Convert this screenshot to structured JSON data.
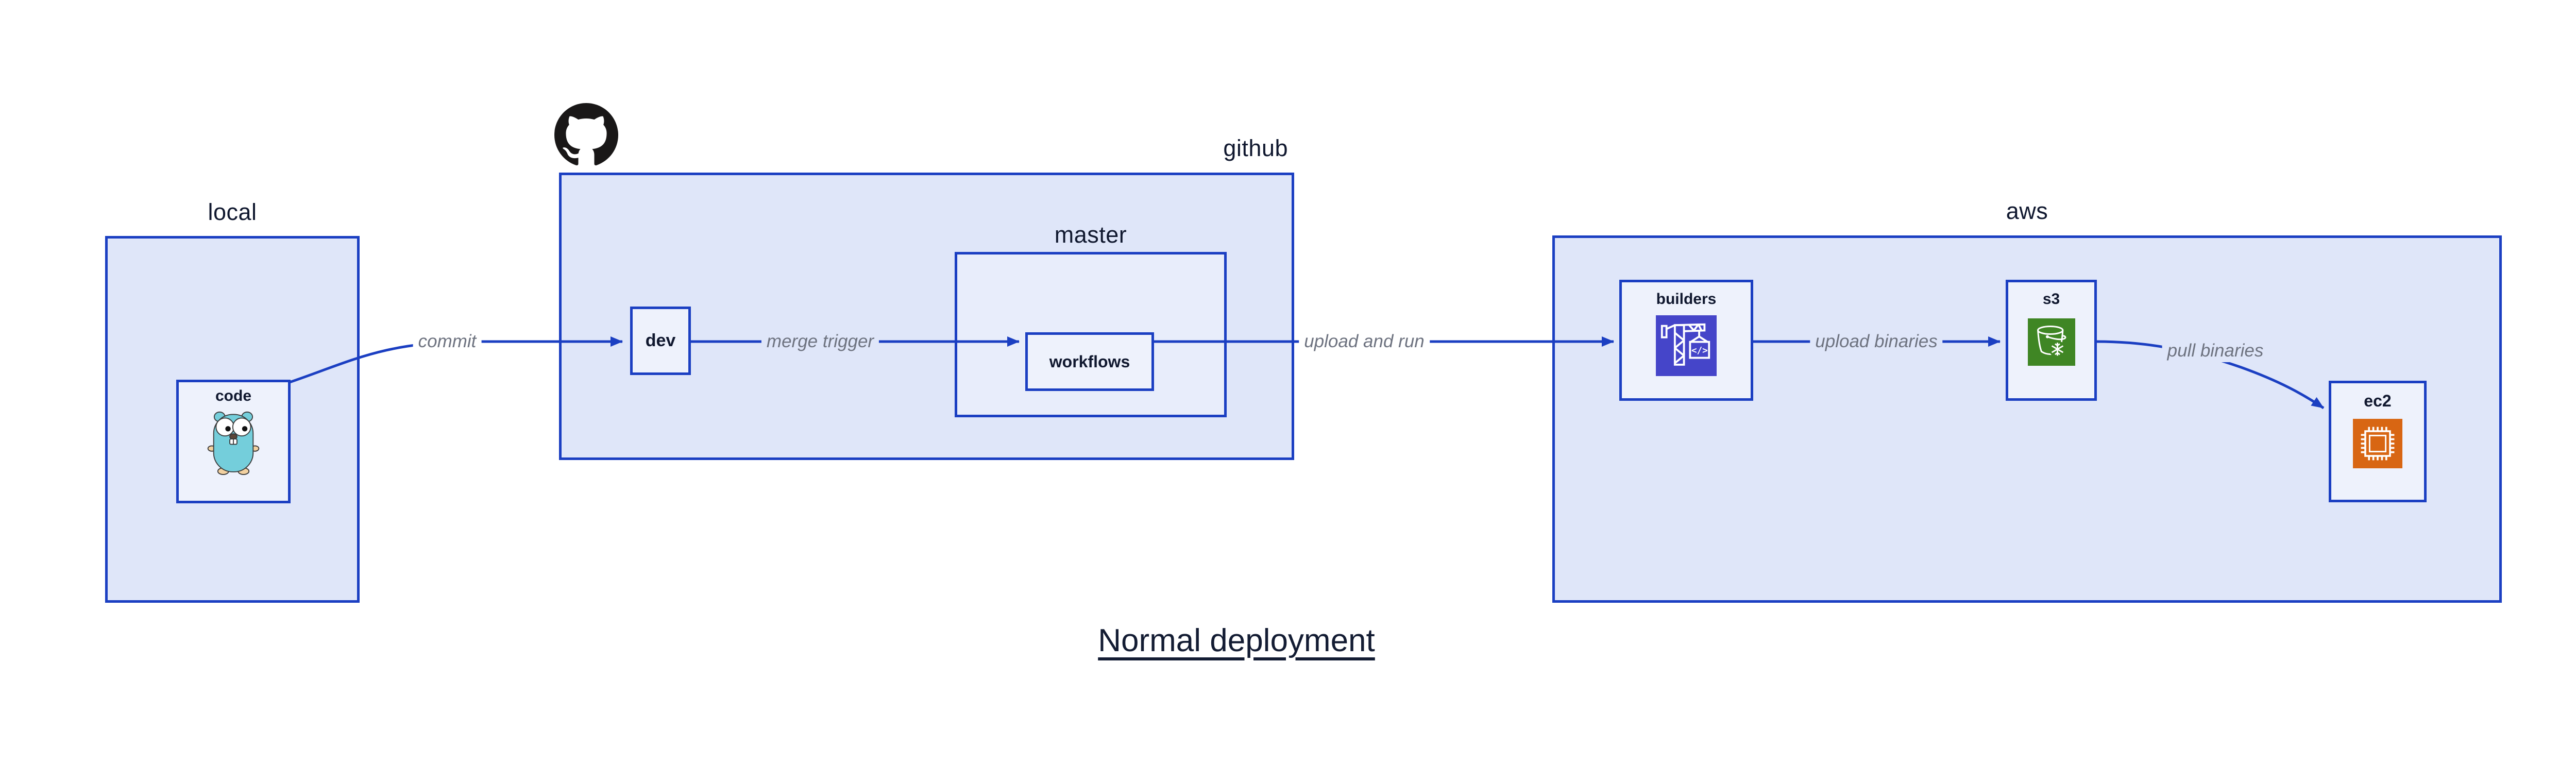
{
  "diagram": {
    "title": "Normal deployment",
    "groups": {
      "local": {
        "label": "local"
      },
      "github": {
        "label": "github"
      },
      "master": {
        "label": "master"
      },
      "aws": {
        "label": "aws"
      }
    },
    "nodes": {
      "code": {
        "label": "code",
        "icon": "go-gopher-icon"
      },
      "dev": {
        "label": "dev"
      },
      "workflows": {
        "label": "workflows"
      },
      "builders": {
        "label": "builders",
        "icon": "construction-crane-icon",
        "icon_text": "</>"
      },
      "s3": {
        "label": "s3",
        "icon": "s3-bucket-snowflake-icon"
      },
      "ec2": {
        "label": "ec2",
        "icon": "cpu-chip-icon"
      }
    },
    "edges": {
      "commit": {
        "label": "commit"
      },
      "merge_trigger": {
        "label": "merge trigger"
      },
      "upload_and_run": {
        "label": "upload and run"
      },
      "upload_binaries": {
        "label": "upload binaries"
      },
      "pull_binaries": {
        "label": "pull binaries"
      }
    },
    "icons": {
      "github_logo": "github-octocat-logo"
    },
    "colors": {
      "border_blue": "#1b3fc2",
      "group_fill": "#dfe6f9",
      "master_fill": "#e8edfb",
      "node_fill": "#eef2fc",
      "text_dark": "#10182f",
      "edge_label_gray": "#6e7380",
      "builders_icon_bg": "#4545c9",
      "s3_icon_bg": "#3f8624",
      "ec2_icon_bg": "#d86613",
      "gopher_teal": "#74cedb",
      "github_black": "#191717"
    }
  }
}
